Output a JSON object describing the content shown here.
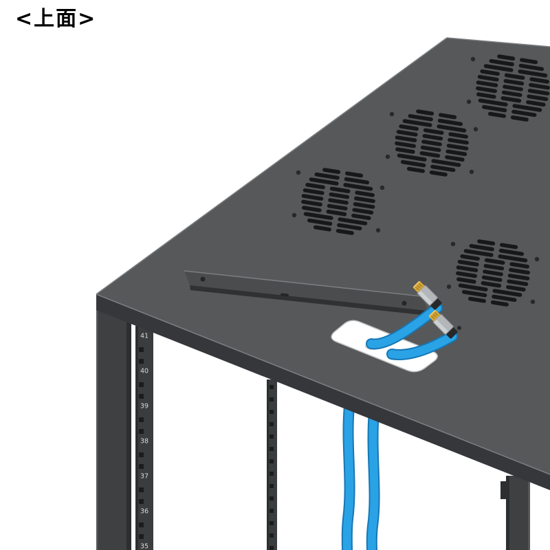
{
  "title": {
    "label": "<上面>"
  },
  "rack": {
    "rail_numbers": [
      "41",
      "40",
      "39",
      "38",
      "37",
      "36",
      "35"
    ]
  },
  "colors": {
    "label_text": "#000000",
    "panel_top": "#57585a",
    "panel_front": "#35373a",
    "frame": "#3e4042",
    "vent_slot": "#17181a",
    "cable_blue": "#2aa2e6",
    "cable_dark": "#1677b5",
    "hole_white": "#ffffff",
    "connector_gold": "#d8a93b",
    "connector_body": "#b4b7b9"
  }
}
